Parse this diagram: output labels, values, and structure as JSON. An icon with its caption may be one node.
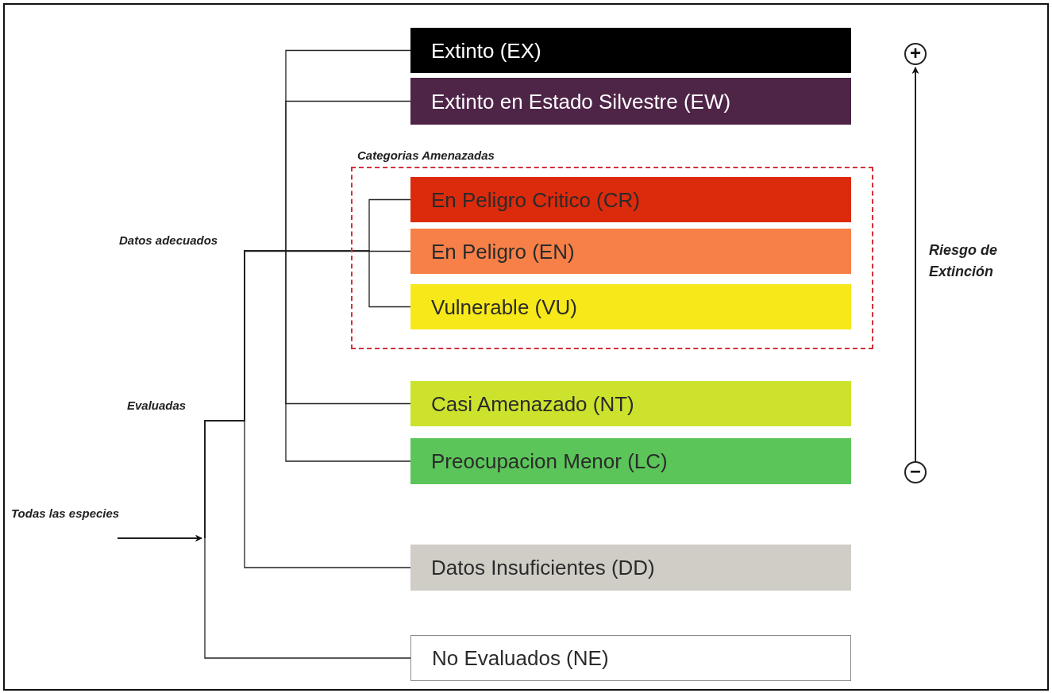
{
  "diagram": {
    "nodes": [
      {
        "text": [
          "Todas las especies"
        ]
      },
      {
        "text": [
          "Extinto (EX)"
        ]
      },
      {
        "text": [
          "Extinto en Estado Silvestre (EW)"
        ]
      },
      {
        "text": [
          "Categorias Amenazadas"
        ]
      },
      {
        "text": [
          "En Peligro Critico (CR)"
        ],
        "in": 3
      },
      {
        "text": [
          "En Peligro (EN)"
        ],
        "in": 3
      },
      {
        "text": [
          "Vulnerable (VU)"
        ],
        "in": 3
      },
      {
        "text": [
          "Casi Amenazado (NT)"
        ]
      },
      {
        "text": [
          "Preocupacion Menor (LC)"
        ]
      },
      {
        "text": [
          "Datos Insuficientes (DD)"
        ]
      },
      {
        "text": [
          "No Evaluados (NE)"
        ]
      },
      {
        "text": [
          "+"
        ]
      },
      {
        "text": [
          "−"
        ]
      }
    ],
    "edges": [
      {
        "from": 0,
        "to": null,
        "arrow": "to"
      },
      {
        "from": null,
        "to": 1,
        "arrow": "none"
      },
      {
        "from": null,
        "to": 2,
        "arrow": "none"
      },
      {
        "from": null,
        "to": 4,
        "arrow": "none"
      },
      {
        "from": null,
        "to": 5,
        "arrow": "none"
      },
      {
        "from": null,
        "to": 6,
        "arrow": "none"
      },
      {
        "from": null,
        "to": 7,
        "arrow": "none"
      },
      {
        "from": null,
        "to": 8,
        "arrow": "none"
      },
      {
        "from": null,
        "to": 9,
        "arrow": "none"
      },
      {
        "from": null,
        "to": 10,
        "arrow": "none"
      },
      {
        "from": 12,
        "to": 11,
        "arrow": "to"
      }
    ],
    "labels": [
      "Datos adecuados",
      "Evaluadas",
      "Riesgo de Extinción"
    ]
  }
}
